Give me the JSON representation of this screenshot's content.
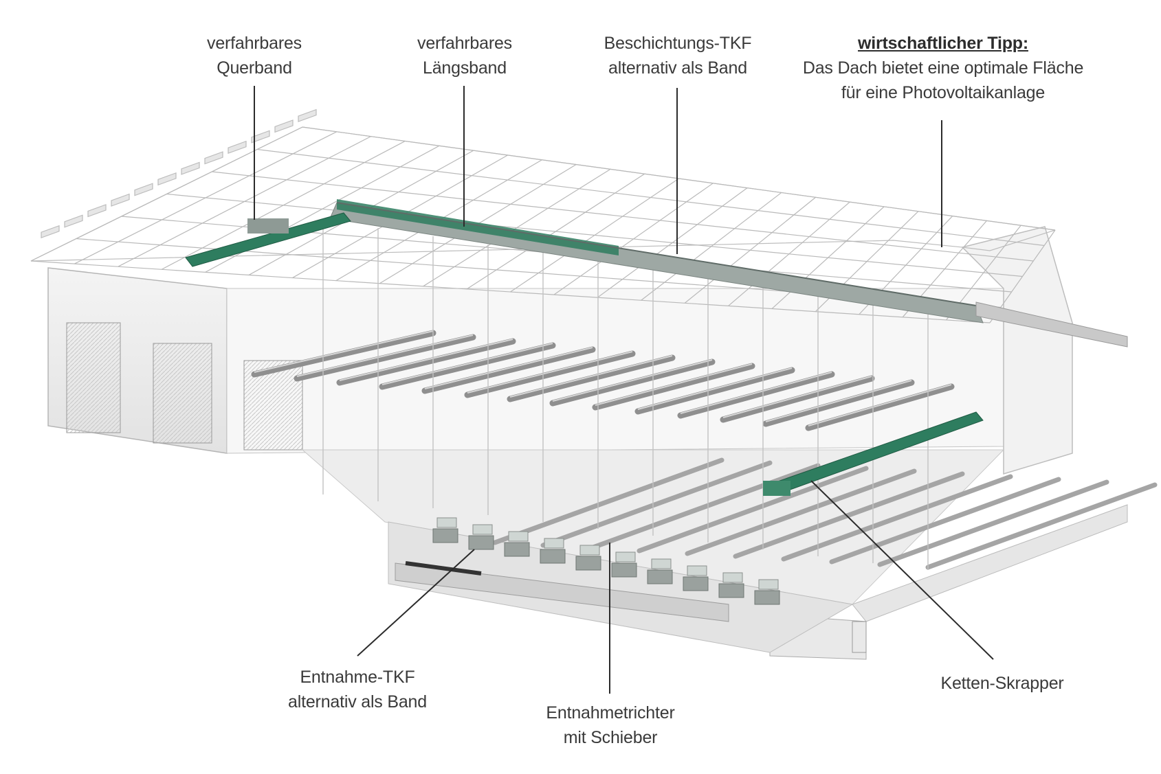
{
  "labels": {
    "querband": {
      "line1": "verfahrbares",
      "line2": "Querband"
    },
    "laengsband": {
      "line1": "verfahrbares",
      "line2": "Längsband"
    },
    "beschichtung": {
      "line1": "Beschichtungs-TKF",
      "line2": "alternativ als Band"
    },
    "tipp": {
      "heading": "wirtschaftlicher Tipp:",
      "line1": "Das Dach bietet eine optimale Fläche",
      "line2": "für eine Photovoltaikanlage"
    },
    "entnahme_tkf": {
      "line1": "Entnahme-TKF",
      "line2": "alternativ als Band"
    },
    "entnahmetrichter": {
      "line1": "Entnahmetrichter",
      "line2": "mit Schieber"
    },
    "skrapper": {
      "line1": "Ketten-Skrapper"
    }
  },
  "colors": {
    "conveyor_green": "#2e7d5f",
    "structure_gray": "#8c8c8c",
    "wall_gray": "#d9d9d9",
    "floor_gray": "#ececec",
    "text": "#3a3a3a"
  },
  "icons": {
    "building": "warehouse-cutaway-illustration"
  }
}
